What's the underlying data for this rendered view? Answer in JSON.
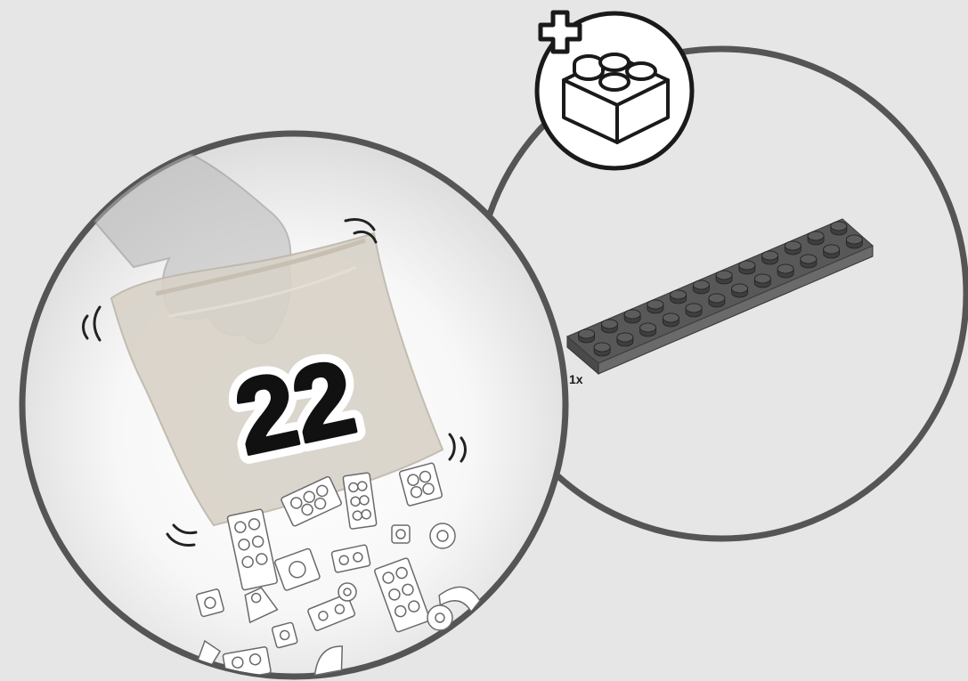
{
  "step": {
    "bag_number": "22",
    "part_quantity": "1x"
  },
  "icons": {
    "add_brick": "add-brick-icon",
    "part": "gray-2x12-plate"
  },
  "colors": {
    "background": "#e6e6e6",
    "circle_border": "#555555",
    "plate": "#585858",
    "bag": "#d6d0c6"
  }
}
